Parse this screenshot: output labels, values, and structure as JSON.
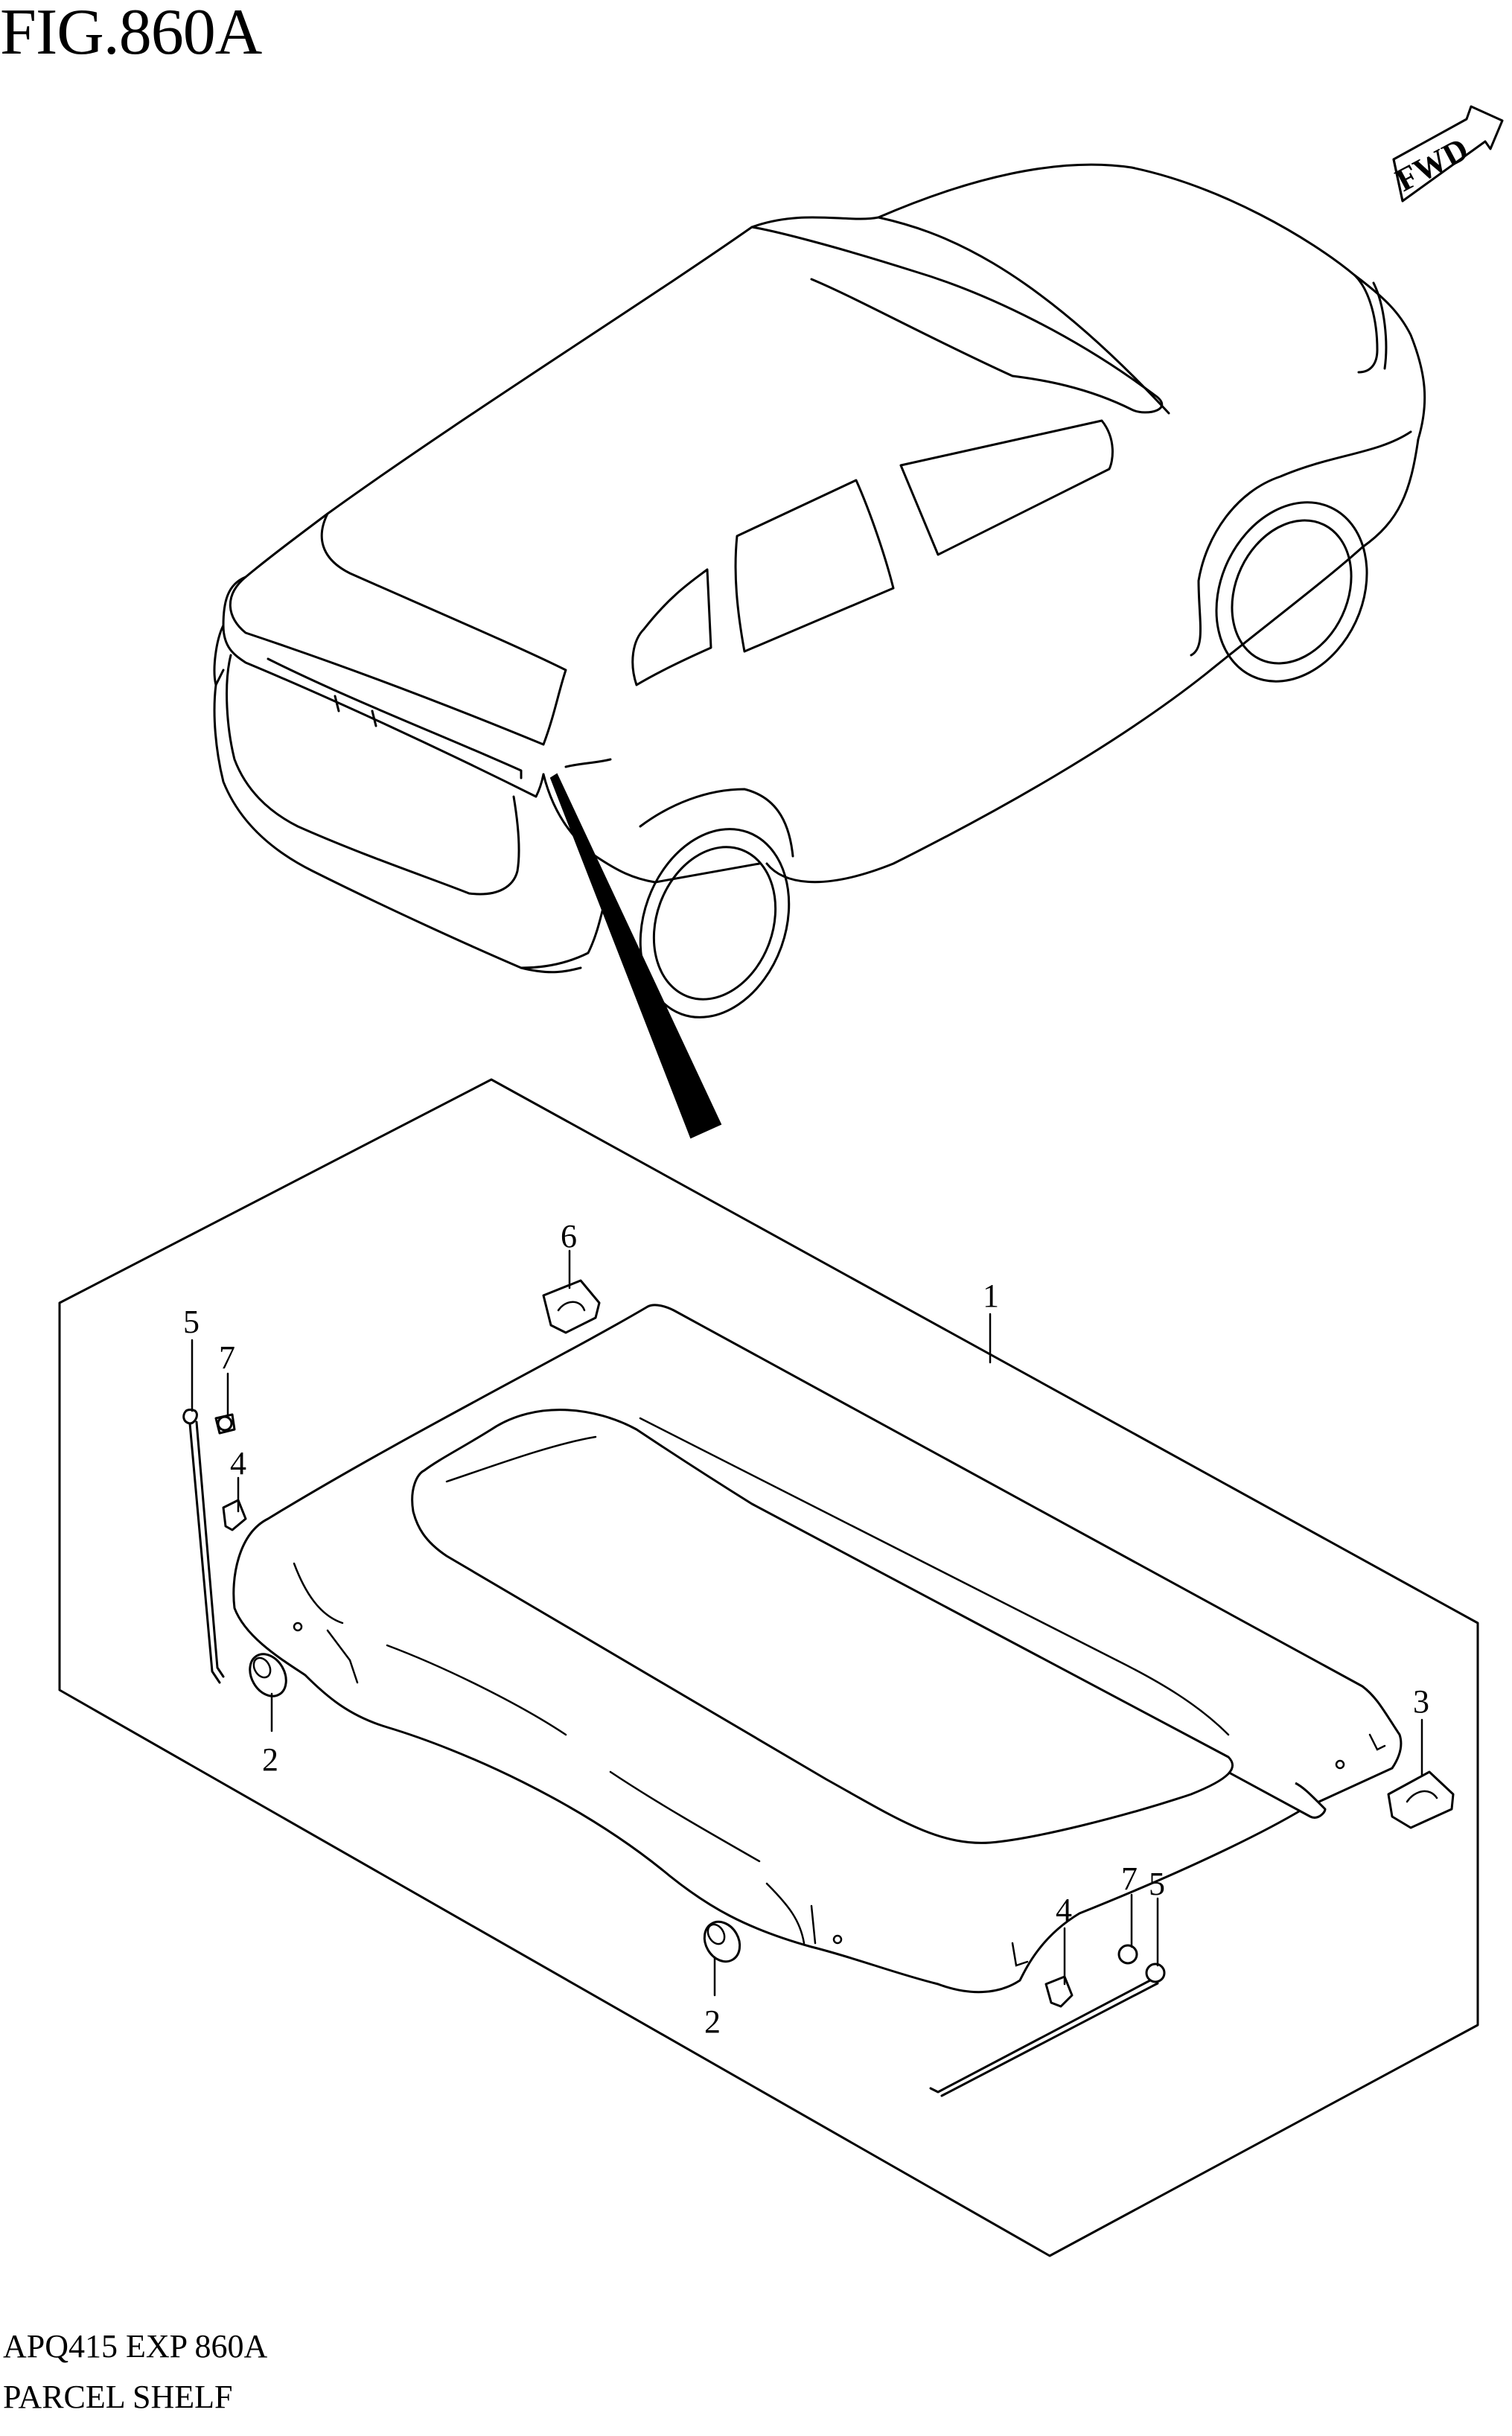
{
  "figure": {
    "title": "FIG.860A"
  },
  "fwd_badge": {
    "label": "FWD"
  },
  "footer": {
    "code": "APQ415 EXP 860A",
    "name": "PARCEL SHELF"
  },
  "callouts": {
    "c1": "1",
    "c2a": "2",
    "c2b": "2",
    "c3": "3",
    "c4a": "4",
    "c4b": "4",
    "c5a": "5",
    "c5b": "5",
    "c6": "6",
    "c7a": "7",
    "c7b": "7"
  }
}
